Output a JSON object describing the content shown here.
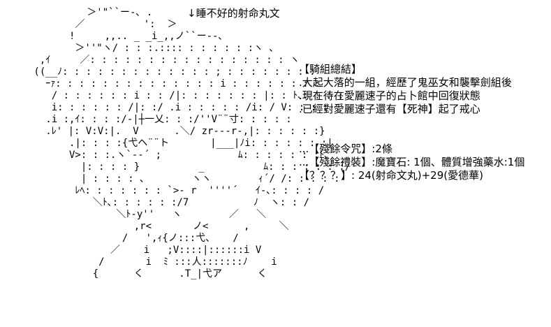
{
  "art_caption": "↓睡不好的射命丸文",
  "ascii_art": [
    "          ＞'\"``ー-､ .",
    "        ／          ':  ＞",
    "       !     ,,.. _ _i_,,ノ``ー--､",
    "        ＞''\"ヽ/ : : :.:::: : : : : : :ヽ ､",
    "  ,ｲ     ／: : : : : : : : : : : : : : : : : ヽ",
    " ((__ﾉ: : : : : : : : : : : : : ; : : : : : : : :",
    "   ｰｧ: : : : : : : : : : : : : : i : : : : : : : :",
    "    / : : : : : : i : : /|: : : : : : : |: : ﾄ､: : : :",
    "    i: : : : : : /|: :/ .i : : : : : /i: / V: : : :",
    "   .i :,ｲ: : : :/-|┼一乂: : :/''V¨¨寸: : : : :",
    "   .ﾚ' |: V:V:|.  V      .＼/ zr---r-,|: : : : : :}",
    "       .|: : : :{弋ヘ¨¨ト       |___|ﾉi: : : : : : :|",
    "       V>: : :.ヽ`‐‐´ ;             ﾑ: : : : : : :ﾄ､",
    "         |: : : : }          _          ﾑ: : : : : : :/",
    "         | : : : : ､        ヽヽ        ｨ´/ /: : : : :",
    "        ﾚﾍ: : : : : : : `>- r  ''''´   ｲ-､: : : : /",
    "           ＼ﾄ､: : : : : :/7           ﾉ  ヽ: : /",
    "               ＼ﾄ-y''   ヽ        ／   ＼",
    "                  ,r<       ノ<      ,     ＼",
    "                /   ',ｨ{ノ:::弋、   /",
    "              ／    i   ;V::::|::::::i V",
    "            /       i  ﾐ :::人:::::::ﾉ    i",
    "           {      く      .T_|弋ア      く"
  ],
  "text_blocks": [
    "【騎組總結】",
    ".大起大落的一組，經歷了鬼巫女和襲擊劍組後",
    ".現在待在愛麗速子的占卜館中回復狀態",
    ".已經對愛麗速子還有【死神】起了戒心",
    "...【殘餘令咒】:2條",
    "...【殘餘禮裝】:魔寶石: 1個、體質增強藥水:1個",
    "【？？？】: 24(射命文丸)+29(愛德華)"
  ]
}
